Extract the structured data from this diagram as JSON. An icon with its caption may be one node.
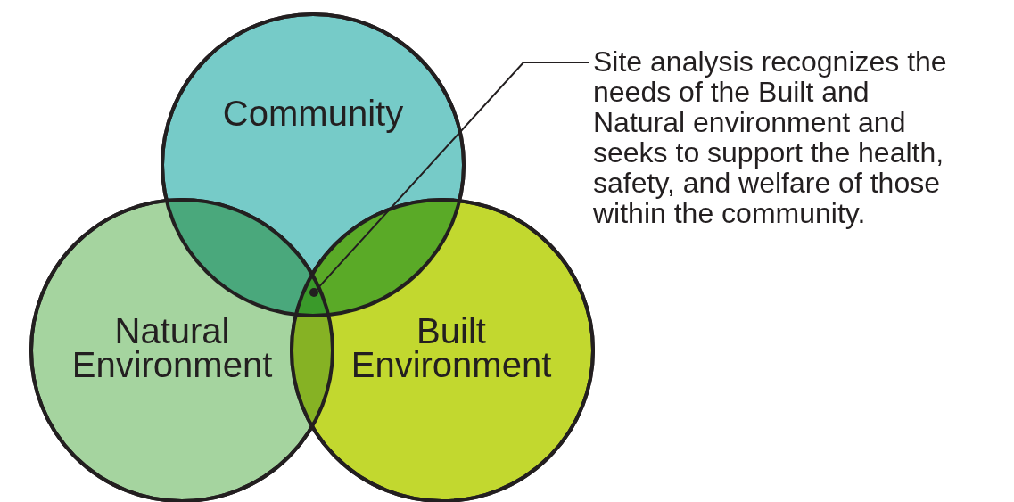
{
  "diagram": {
    "nodes": [
      {
        "text": [
          "Community"
        ]
      },
      {
        "text": [
          "Natural Environment"
        ]
      },
      {
        "text": [
          "Built Environment"
        ]
      },
      {
        "text": [
          "Site analysis recognizes the needs of the Built and Natural environment and seeks to support the health, safety, and welfare of those within the community."
        ]
      },
      {
        "text": [],
        "shape": "dot"
      }
    ],
    "edges": [
      {
        "from": 3,
        "to": 4,
        "arrow": "none"
      }
    ]
  }
}
